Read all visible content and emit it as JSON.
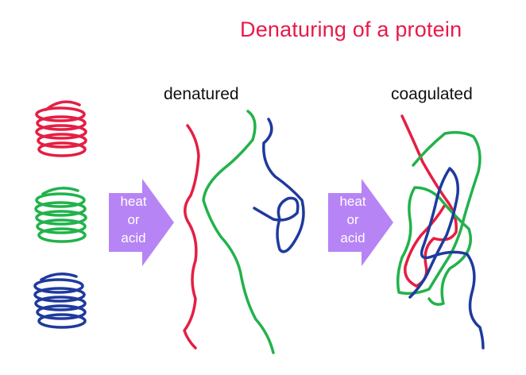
{
  "title": "Denaturing of a protein",
  "labels": {
    "denatured": "denatured",
    "coagulated": "coagulated"
  },
  "arrows": [
    {
      "lines": [
        "heat",
        "or",
        "acid"
      ]
    },
    {
      "lines": [
        "heat",
        "or",
        "acid"
      ]
    }
  ],
  "colors": {
    "title": "#e8194a",
    "red_strand": "#e51e43",
    "green_strand": "#22b24c",
    "blue_strand": "#1f3a9e",
    "arrow_fill": "#b784f5"
  }
}
